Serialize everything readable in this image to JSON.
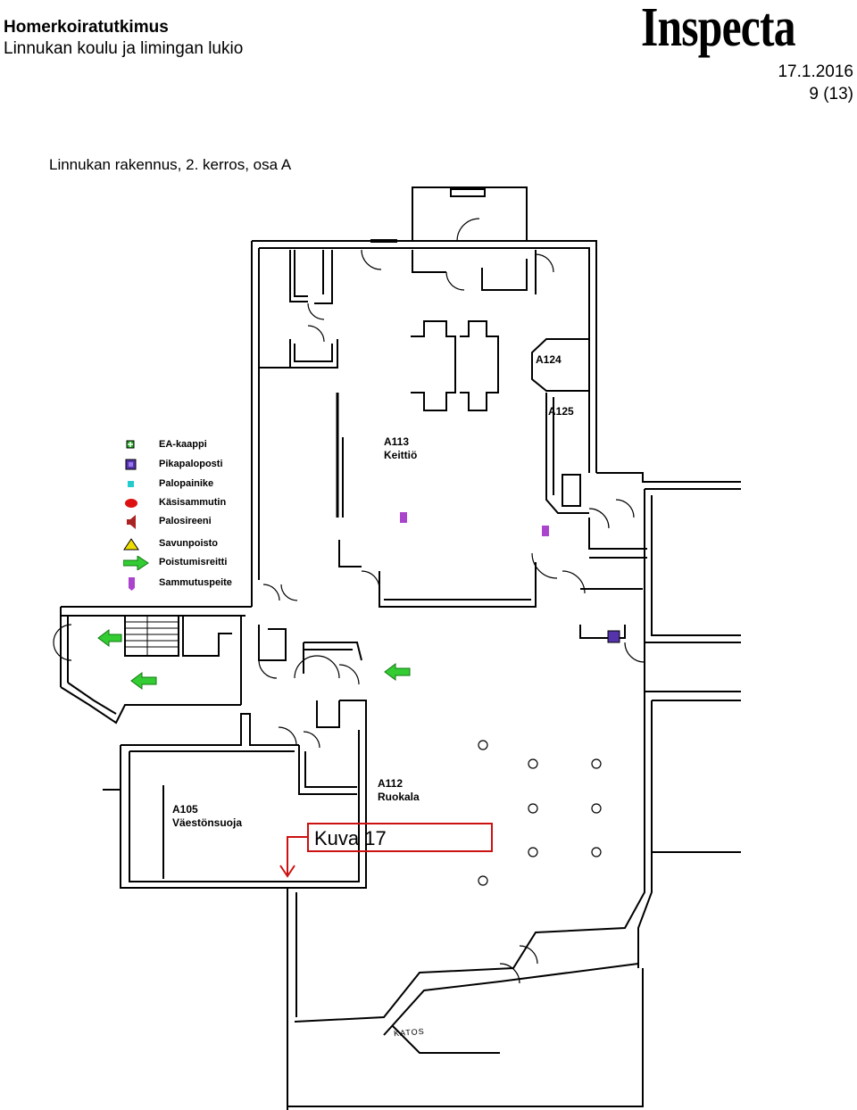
{
  "header": {
    "title": "Homerkoiratutkimus",
    "subtitle": "Linnukan koulu ja limingan lukio",
    "logo": "Inspecta",
    "date": "17.1.2016",
    "page": "9 (13)"
  },
  "plan": {
    "title": "Linnukan rakennus, 2. kerros, osa A",
    "rooms": {
      "a124": "A124",
      "a125": "A125",
      "a113_code": "A113",
      "a113_name": "Keittiö",
      "a112_code": "A112",
      "a112_name": "Ruokala",
      "a105_code": "A105",
      "a105_name": "Väestönsuoja"
    },
    "canopy_label": "KATOS",
    "photo_marker": "Kuva 17",
    "marker_color": "#cc1111"
  },
  "legend": [
    {
      "label": "EA-kaappi",
      "icon": "ea-cabinet-icon",
      "color": "#22aa22"
    },
    {
      "label": "Pikapaloposti",
      "icon": "fire-hose-icon",
      "color": "#5533aa"
    },
    {
      "label": "Palopainike",
      "icon": "fire-button-icon",
      "color": "#22cccc"
    },
    {
      "label": "Käsisammutin",
      "icon": "extinguisher-icon",
      "color": "#dd1111"
    },
    {
      "label": "Palosireeni",
      "icon": "siren-icon",
      "color": "#aa2222"
    },
    {
      "label": "Savunpoisto",
      "icon": "smoke-vent-icon",
      "color": "#eedd00"
    },
    {
      "label": "Poistumisreitti",
      "icon": "exit-arrow-icon",
      "color": "#33cc33"
    },
    {
      "label": "Sammutuspeite",
      "icon": "fire-blanket-icon",
      "color": "#aa44cc"
    }
  ]
}
